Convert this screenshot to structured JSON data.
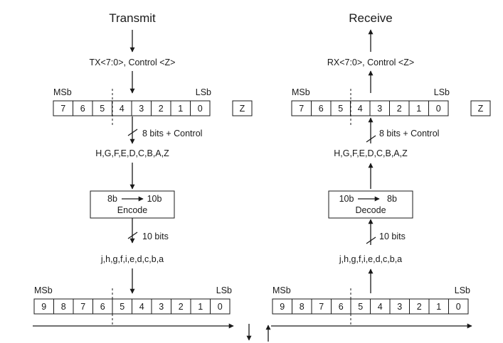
{
  "transmit": {
    "title": "Transmit",
    "input_label": "TX<7:0>, Control <Z>",
    "msb": "MSb",
    "lsb": "LSb",
    "byte_cells": [
      "7",
      "6",
      "5",
      "4",
      "3",
      "2",
      "1",
      "0"
    ],
    "control_cell": "Z",
    "bus1_label": "8 bits + Control",
    "bits_label": "H,G,F,E,D,C,B,A,Z",
    "encoder": {
      "from": "8b",
      "to": "10b",
      "name": "Encode"
    },
    "bus2_label": "10 bits",
    "code_label": "j,h,g,f,i,e,d,c,b,a",
    "out_msb": "MSb",
    "out_lsb": "LSb",
    "code_cells": [
      "9",
      "8",
      "7",
      "6",
      "5",
      "4",
      "3",
      "2",
      "1",
      "0"
    ]
  },
  "receive": {
    "title": "Receive",
    "output_label": "RX<7:0>, Control <Z>",
    "msb": "MSb",
    "lsb": "LSb",
    "byte_cells": [
      "7",
      "6",
      "5",
      "4",
      "3",
      "2",
      "1",
      "0"
    ],
    "control_cell": "Z",
    "bus1_label": "8 bits + Control",
    "bits_label": "H,G,F,E,D,C,B,A,Z",
    "decoder": {
      "from": "10b",
      "to": "8b",
      "name": "Decode"
    },
    "bus2_label": "10 bits",
    "code_label": "j,h,g,f,i,e,d,c,b,a",
    "in_msb": "MSb",
    "in_lsb": "LSb",
    "code_cells": [
      "9",
      "8",
      "7",
      "6",
      "5",
      "4",
      "3",
      "2",
      "1",
      "0"
    ]
  }
}
